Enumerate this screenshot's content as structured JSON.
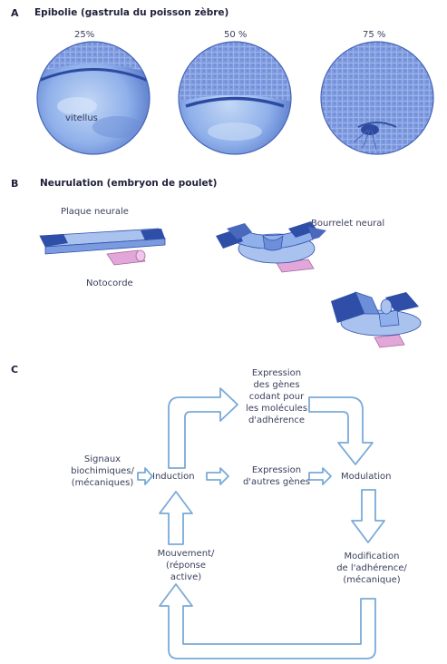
{
  "panel_a": {
    "letter": "A",
    "title": "Epibolie (gastrula du poisson zèbre)",
    "stages": [
      "25%",
      "50 %",
      "75 %"
    ],
    "yolk_label": "vitellus"
  },
  "panel_b": {
    "letter": "B",
    "title": "Neurulation (embryon de poulet)",
    "labels": {
      "neural_plate": "Plaque neurale",
      "neural_fold": "Bourrelet neural",
      "notochord": "Notocorde"
    }
  },
  "panel_c": {
    "letter": "C",
    "signals": [
      "Signaux",
      "biochimiques/",
      "(mécaniques)"
    ],
    "induction": "Induction",
    "expression_adhesion": [
      "Expression",
      "des gènes",
      "codant pour",
      "les molécules",
      "d'adhérence"
    ],
    "expression_other": [
      "Expression",
      "d'autres gènes"
    ],
    "modulation": "Modulation",
    "movement": [
      "Mouvement/",
      "(réponse",
      "active)"
    ],
    "adhesion_change": [
      "Modification",
      "de l'adhérence/",
      "(mécanique)"
    ]
  },
  "colors": {
    "blue_dark": "#2f4ea8",
    "blue_mid": "#5c7fcf",
    "blue_light": "#a9c3ee",
    "pink": "#e3a6d8",
    "arrow_stroke": "#7aaad8"
  }
}
